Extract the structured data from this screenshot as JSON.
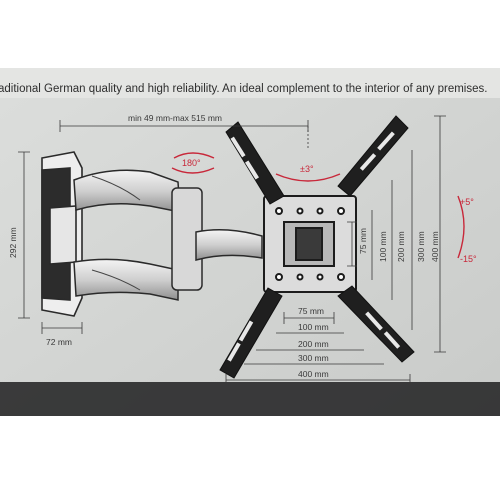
{
  "header_text": "aditional German quality and high reliability. An ideal complement to the interior of any premises.",
  "dimensions": {
    "arm_extension": "min 49 mm-max 515 mm",
    "rotation": "180°",
    "tilt_side": "±3°",
    "height": "292 mm",
    "depth": "72 mm",
    "tilt_up": "+5°",
    "tilt_down": "-15°",
    "v75": "75 mm",
    "v100": "100 mm",
    "v200": "200 mm",
    "v300": "300 mm",
    "v400": "400 mm",
    "h75": "75 mm",
    "h100": "100 mm",
    "h200": "200 mm",
    "h300": "300 mm",
    "h400": "400 mm"
  },
  "colors": {
    "box_background": "#d3d5d3",
    "header_band": "#e4e5e3",
    "line": "#2a2a2a",
    "accent_red": "#c8283a",
    "bottom_dark": "#1e1e20"
  }
}
